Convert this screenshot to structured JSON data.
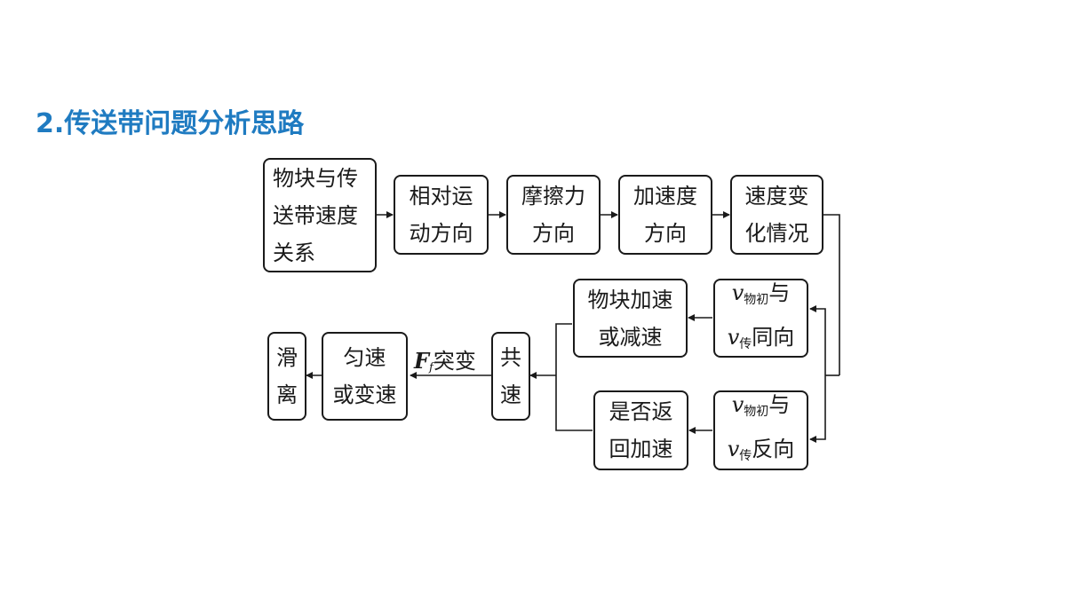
{
  "title": "2.传送带问题分析思路",
  "boxes": {
    "relation": {
      "l1": "物块与传",
      "l2": "送带速度",
      "l3": "关系"
    },
    "relative_motion": {
      "l1": "相对运",
      "l2": "动方向"
    },
    "friction": {
      "l1": "摩擦力",
      "l2": "方向"
    },
    "acceleration": {
      "l1": "加速度",
      "l2": "方向"
    },
    "velocity_change": {
      "l1": "速度变",
      "l2": "化情况"
    },
    "same_dir": {
      "v1": "v",
      "s1": "物初",
      "t1": "与",
      "v2": "v",
      "s2": "传",
      "t2": "同向"
    },
    "opp_dir": {
      "v1": "v",
      "s1": "物初",
      "t1": "与",
      "v2": "v",
      "s2": "传",
      "t2": "反向"
    },
    "accel_decel": {
      "l1": "物块加速",
      "l2": "或减速"
    },
    "return_accel": {
      "l1": "是否返",
      "l2": "回加速"
    },
    "common_speed": {
      "l1": "共",
      "l2": "速"
    },
    "uniform_or_var": {
      "l1": "匀速",
      "l2": "或变速"
    },
    "slide_off": {
      "l1": "滑",
      "l2": "离"
    }
  },
  "edge_label": {
    "F": "F",
    "sub": "f",
    "text": "突变"
  }
}
